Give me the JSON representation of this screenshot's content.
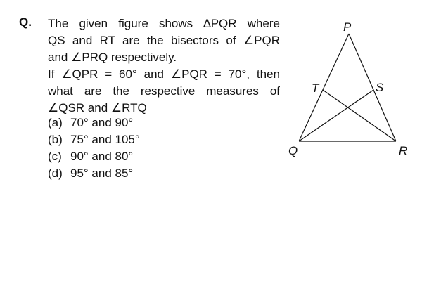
{
  "question": {
    "label": "Q.",
    "lines": [
      "The given figure shows ∆PQR where",
      "QS and RT are the bisectors of ∠PQR",
      "and ∠PRQ respectively.",
      "If ∠QPR = 60° and ∠PQR = 70°, then",
      "what are the respective measures of",
      "∠QSR and ∠RTQ"
    ]
  },
  "options": [
    {
      "key": "(a)",
      "text": "70° and 90°"
    },
    {
      "key": "(b)",
      "text": "75° and 105°"
    },
    {
      "key": "(c)",
      "text": "90° and 80°"
    },
    {
      "key": "(d)",
      "text": "95° and 85°"
    }
  ],
  "figure": {
    "label_P": "P",
    "label_Q": "Q",
    "label_R": "R",
    "label_S": "S",
    "label_T": "T"
  }
}
